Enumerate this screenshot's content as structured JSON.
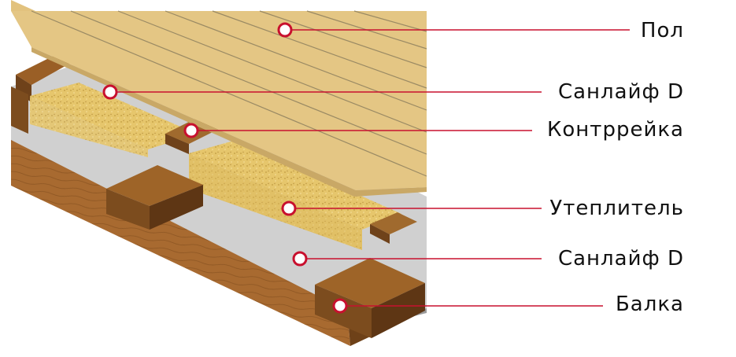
{
  "colors": {
    "leader": "#c8102e",
    "floor": "#e2c27e",
    "floor_groove": "#9a8a64",
    "membrane": "#d4d4d4",
    "insulation": "#e4c468",
    "wood_dark": "#7c4c1e",
    "wood_mid": "#96602a",
    "beam": "#a86a30"
  },
  "labels": [
    {
      "id": "floor",
      "text": "Пол"
    },
    {
      "id": "membrane-top",
      "text": "Санлайф D"
    },
    {
      "id": "counter-batten",
      "text": "Контррейка"
    },
    {
      "id": "insulation",
      "text": "Утеплитель"
    },
    {
      "id": "membrane-bottom",
      "text": "Санлайф D"
    },
    {
      "id": "beam",
      "text": "Балка"
    }
  ]
}
